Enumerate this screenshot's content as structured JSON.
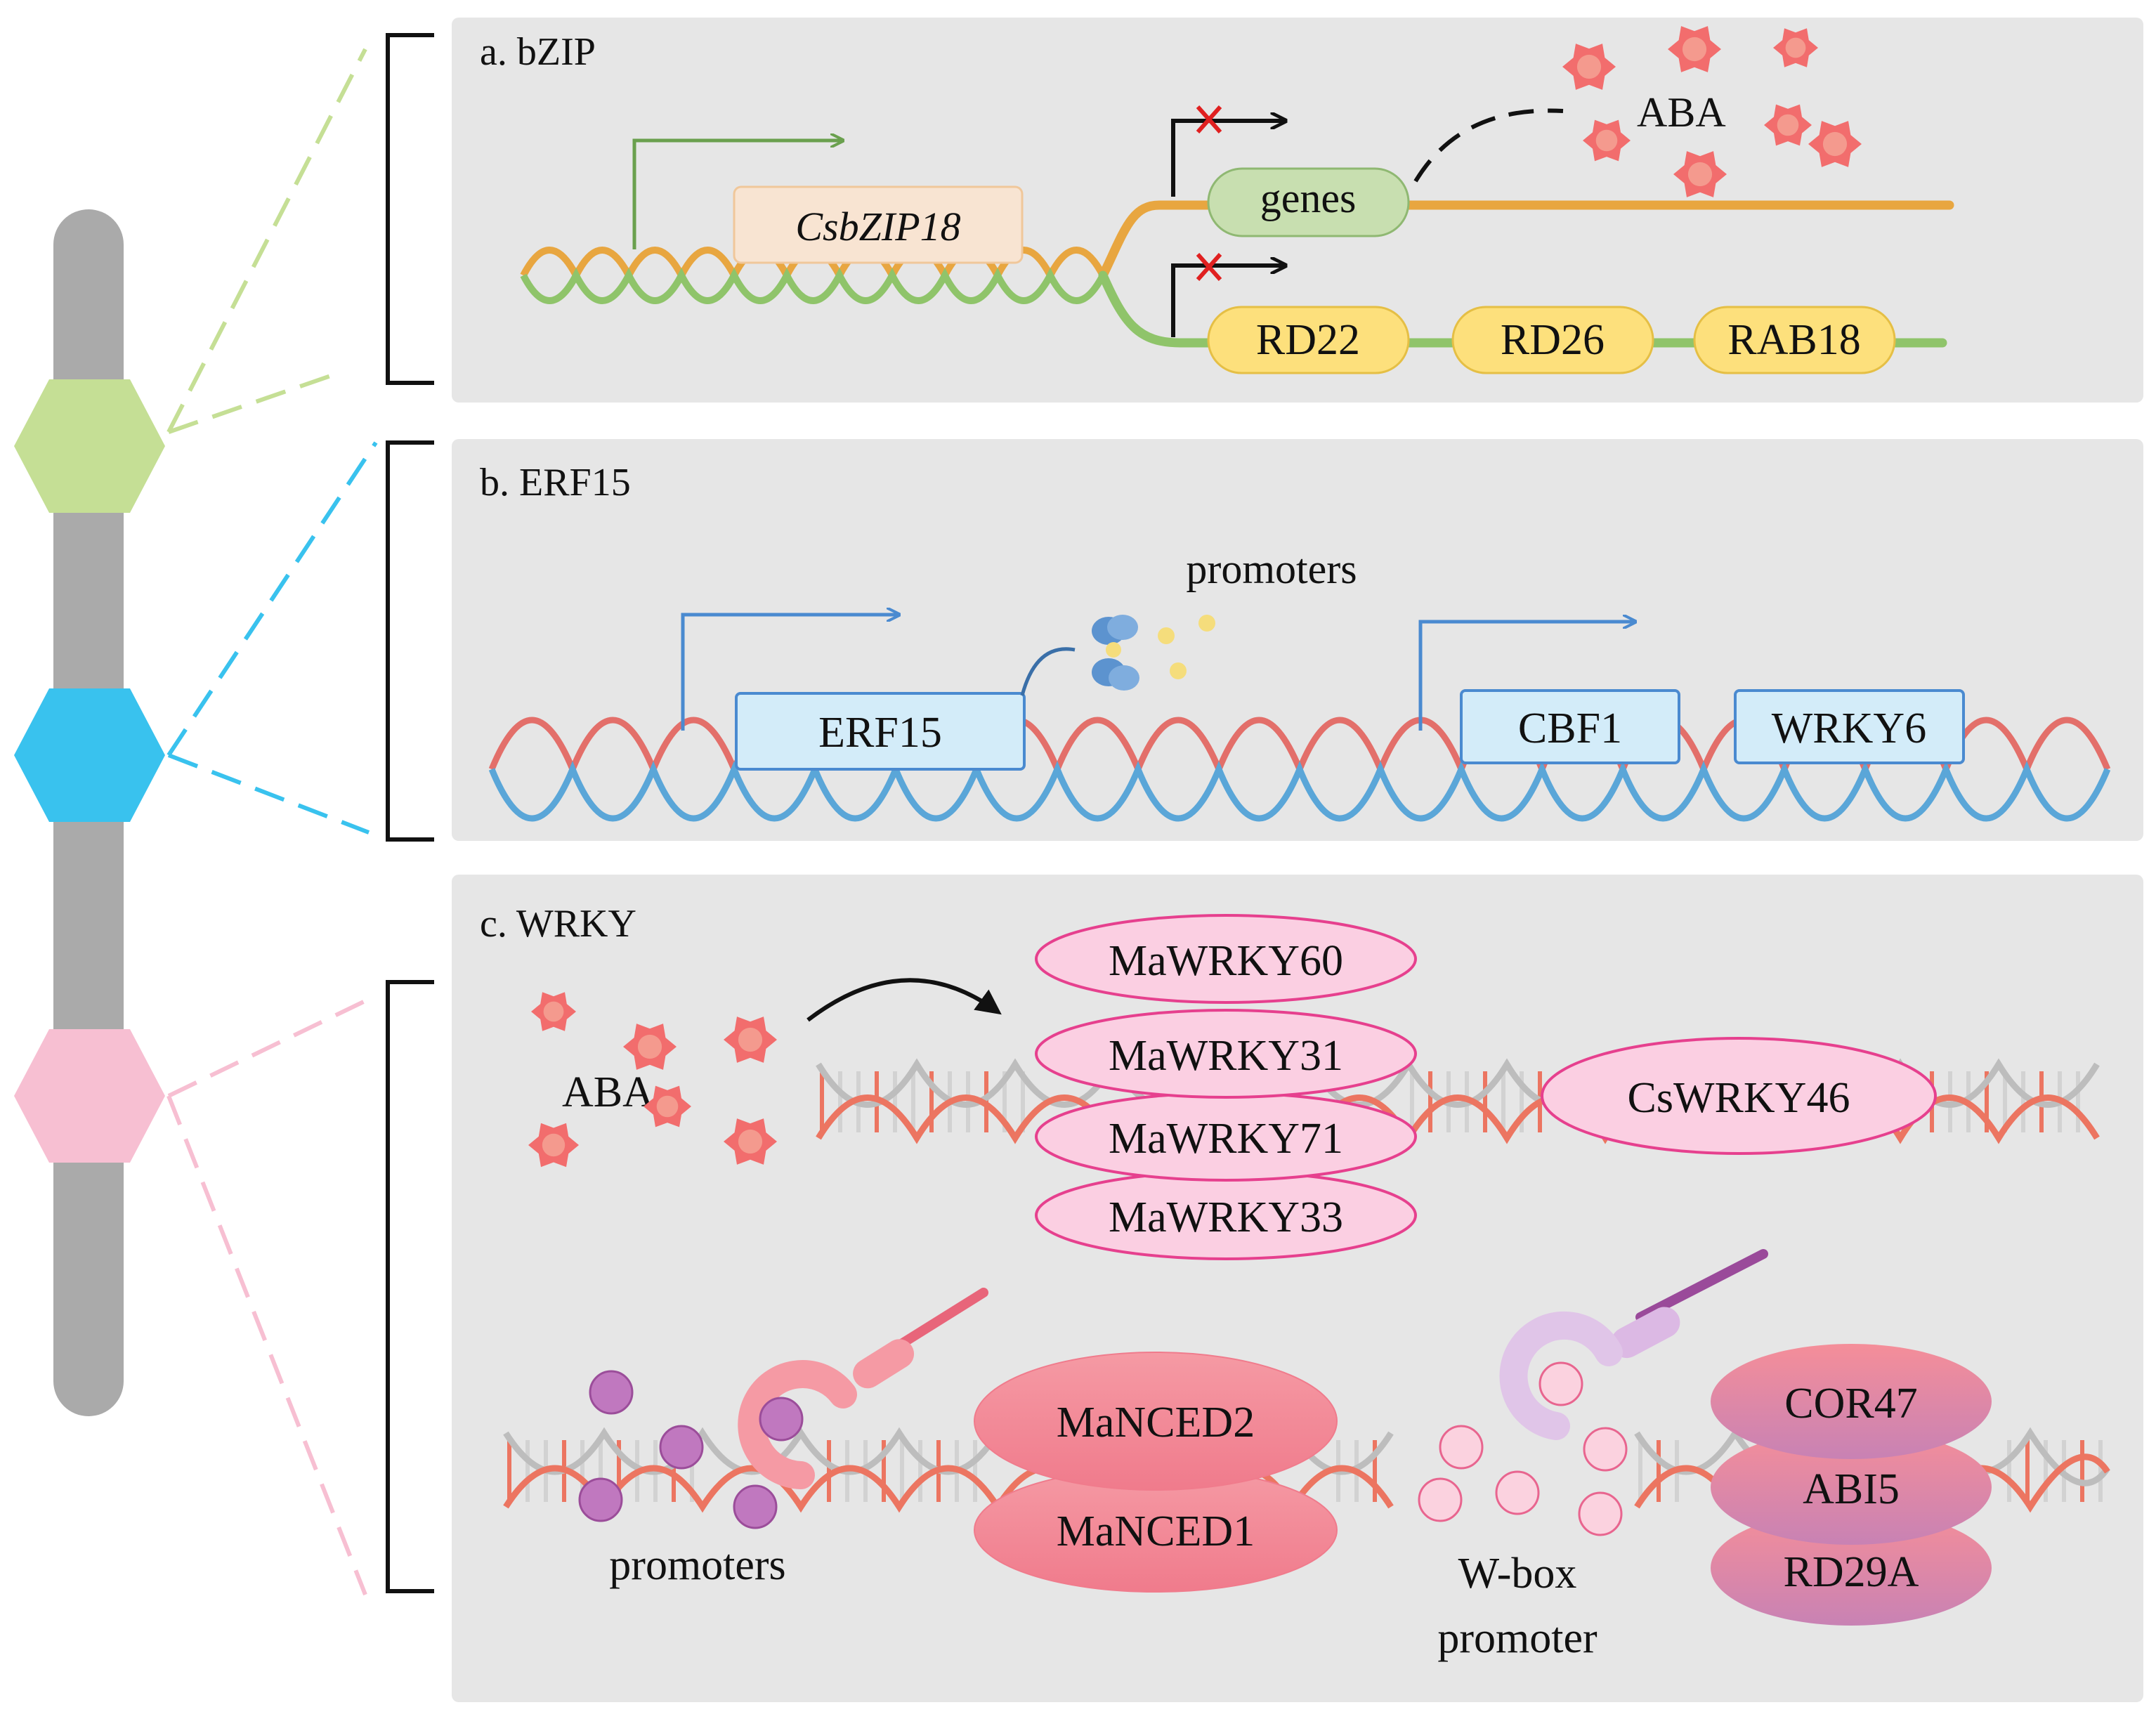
{
  "panels": {
    "a": {
      "title": "a. bZIP",
      "gene": "CsbZIP18",
      "genes_label": "genes",
      "aba_label": "ABA",
      "targets": [
        "RD22",
        "RD26",
        "RAB18"
      ]
    },
    "b": {
      "title": "b. ERF15",
      "gene": "ERF15",
      "promoters_label": "promoters",
      "targets": [
        "CBF1",
        "WRKY6"
      ]
    },
    "c": {
      "title": "c. WRKY",
      "aba_label": "ABA",
      "wrky_stack": [
        "MaWRKY60",
        "MaWRKY31",
        "MaWRKY71",
        "MaWRKY33"
      ],
      "cs_wrky": "CsWRKY46",
      "nced": [
        "MaNCED2",
        "MaNCED1"
      ],
      "promoters_label": "promoters",
      "wbox_line1": "W-box",
      "wbox_line2": "promoter",
      "targets": [
        "COR47",
        "ABI5",
        "RD29A"
      ]
    }
  },
  "colors": {
    "panel_bg": "#e6e6e6",
    "chromosome": "#aaaaaa",
    "hex_a": "#c5df95",
    "hex_b": "#39c2ee",
    "hex_c": "#f7bfd2",
    "inhibit_mark": "#e02020"
  }
}
